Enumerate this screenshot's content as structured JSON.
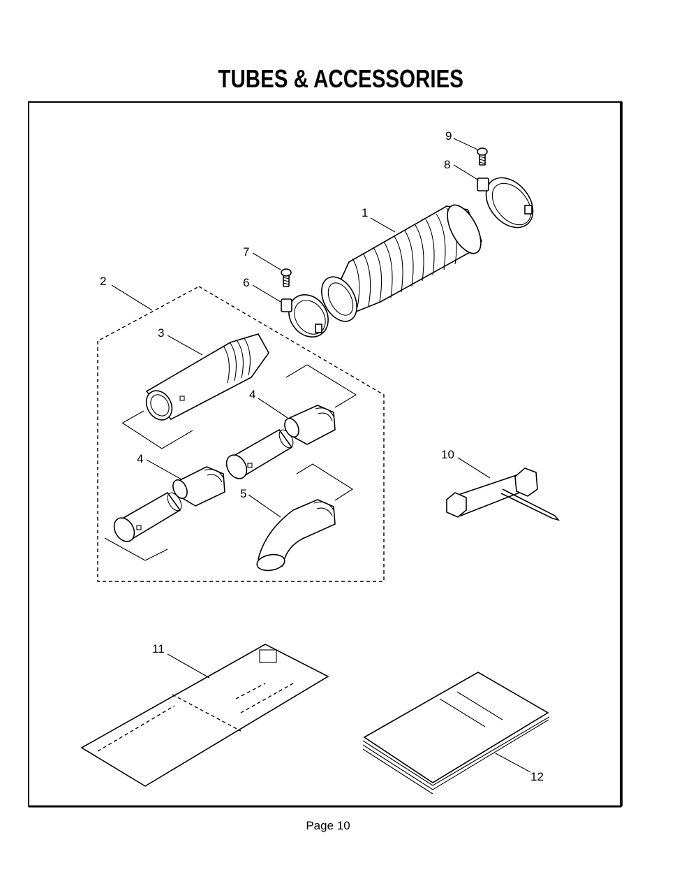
{
  "page": {
    "title": "TUBES & ACCESSORIES",
    "footer": "Page 10"
  },
  "callouts": [
    {
      "id": "c1",
      "label": "1"
    },
    {
      "id": "c2",
      "label": "2"
    },
    {
      "id": "c3",
      "label": "3"
    },
    {
      "id": "c4a",
      "label": "4"
    },
    {
      "id": "c4b",
      "label": "4"
    },
    {
      "id": "c5",
      "label": "5"
    },
    {
      "id": "c6",
      "label": "6"
    },
    {
      "id": "c7",
      "label": "7"
    },
    {
      "id": "c8",
      "label": "8"
    },
    {
      "id": "c9",
      "label": "9"
    },
    {
      "id": "c10",
      "label": "10"
    },
    {
      "id": "c11",
      "label": "11"
    },
    {
      "id": "c12",
      "label": "12"
    }
  ]
}
